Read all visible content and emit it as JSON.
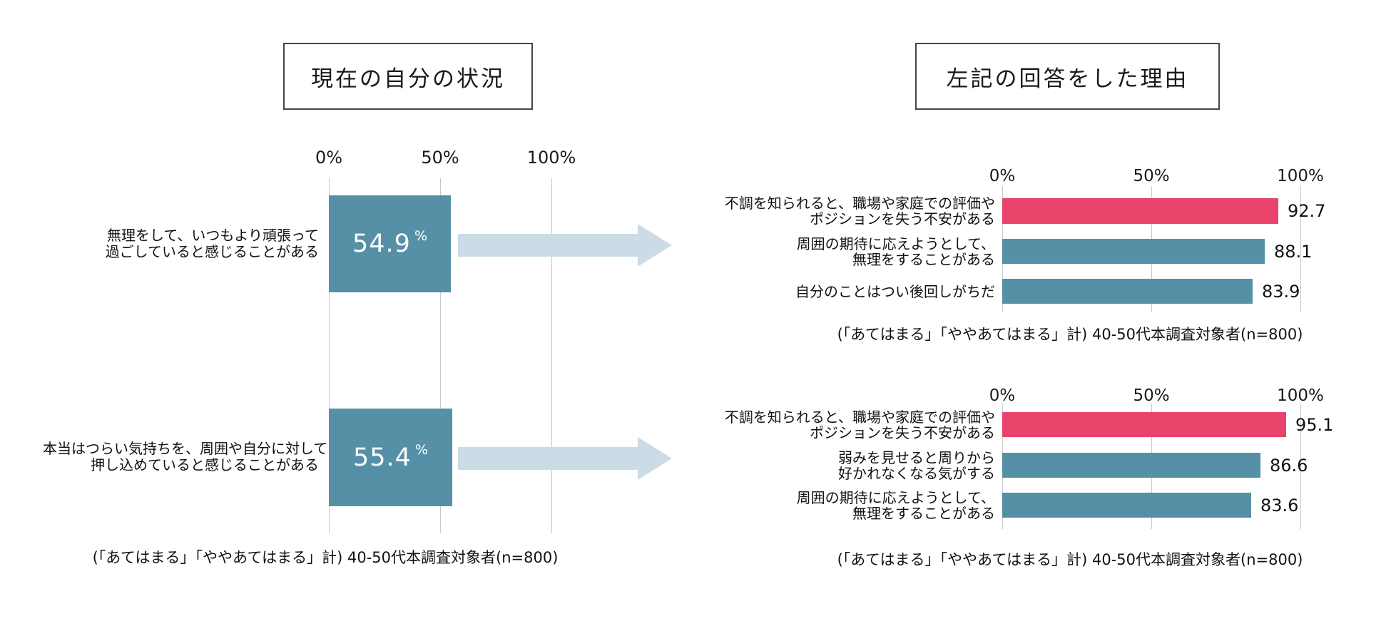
{
  "panels": {
    "left_title": "現在の自分の状況",
    "right_title": "左記の回答をした理由"
  },
  "colors": {
    "teal": "#5590a7",
    "pink": "#e8436a",
    "arrow": "#cbdce6",
    "grid": "#c9c9c9",
    "text": "#1a1a1a",
    "box_border": "#464646"
  },
  "chart_data": [
    {
      "id": "current-self-status",
      "type": "bar",
      "orientation": "horizontal",
      "title": "現在の自分の状況",
      "xlim": [
        0,
        100
      ],
      "ticks": [
        "0%",
        "50%",
        "100%"
      ],
      "grid": true,
      "categories": [
        [
          "無理をして、いつもより頑張って",
          "過ごしていると感じることがある"
        ],
        [
          "本当はつらい気持ちを、周囲や自分に対して",
          "押し込めていると感じることがある"
        ]
      ],
      "values": [
        54.9,
        55.4
      ],
      "value_suffix": "%",
      "bar_colors": [
        "teal",
        "teal"
      ],
      "footnote": "(「あてはまる」「ややあてはまる」計) 40-50代本調査対象者(n=800)"
    },
    {
      "id": "reasons-top",
      "type": "bar",
      "orientation": "horizontal",
      "title": "左記の回答をした理由",
      "xlim": [
        0,
        100
      ],
      "ticks": [
        "0%",
        "50%",
        "100%"
      ],
      "grid": true,
      "categories": [
        [
          "不調を知られると、職場や家庭での評価や",
          "ポジションを失う不安がある"
        ],
        [
          "周囲の期待に応えようとして、",
          "無理をすることがある"
        ],
        [
          "自分のことはつい後回しがちだ"
        ]
      ],
      "values": [
        92.7,
        88.1,
        83.9
      ],
      "bar_colors": [
        "pink",
        "teal",
        "teal"
      ],
      "footnote": "(「あてはまる」「ややあてはまる」計) 40-50代本調査対象者(n=800)"
    },
    {
      "id": "reasons-bottom",
      "type": "bar",
      "orientation": "horizontal",
      "title": "左記の回答をした理由",
      "xlim": [
        0,
        100
      ],
      "ticks": [
        "0%",
        "50%",
        "100%"
      ],
      "grid": true,
      "categories": [
        [
          "不調を知られると、職場や家庭での評価や",
          "ポジションを失う不安がある"
        ],
        [
          "弱みを見せると周りから",
          "好かれなくなる気がする"
        ],
        [
          "周囲の期待に応えようとして、",
          "無理をすることがある"
        ]
      ],
      "values": [
        95.1,
        86.6,
        83.6
      ],
      "bar_colors": [
        "pink",
        "teal",
        "teal"
      ],
      "footnote": "(「あてはまる」「ややあてはまる」計) 40-50代本調査対象者(n=800)"
    }
  ]
}
